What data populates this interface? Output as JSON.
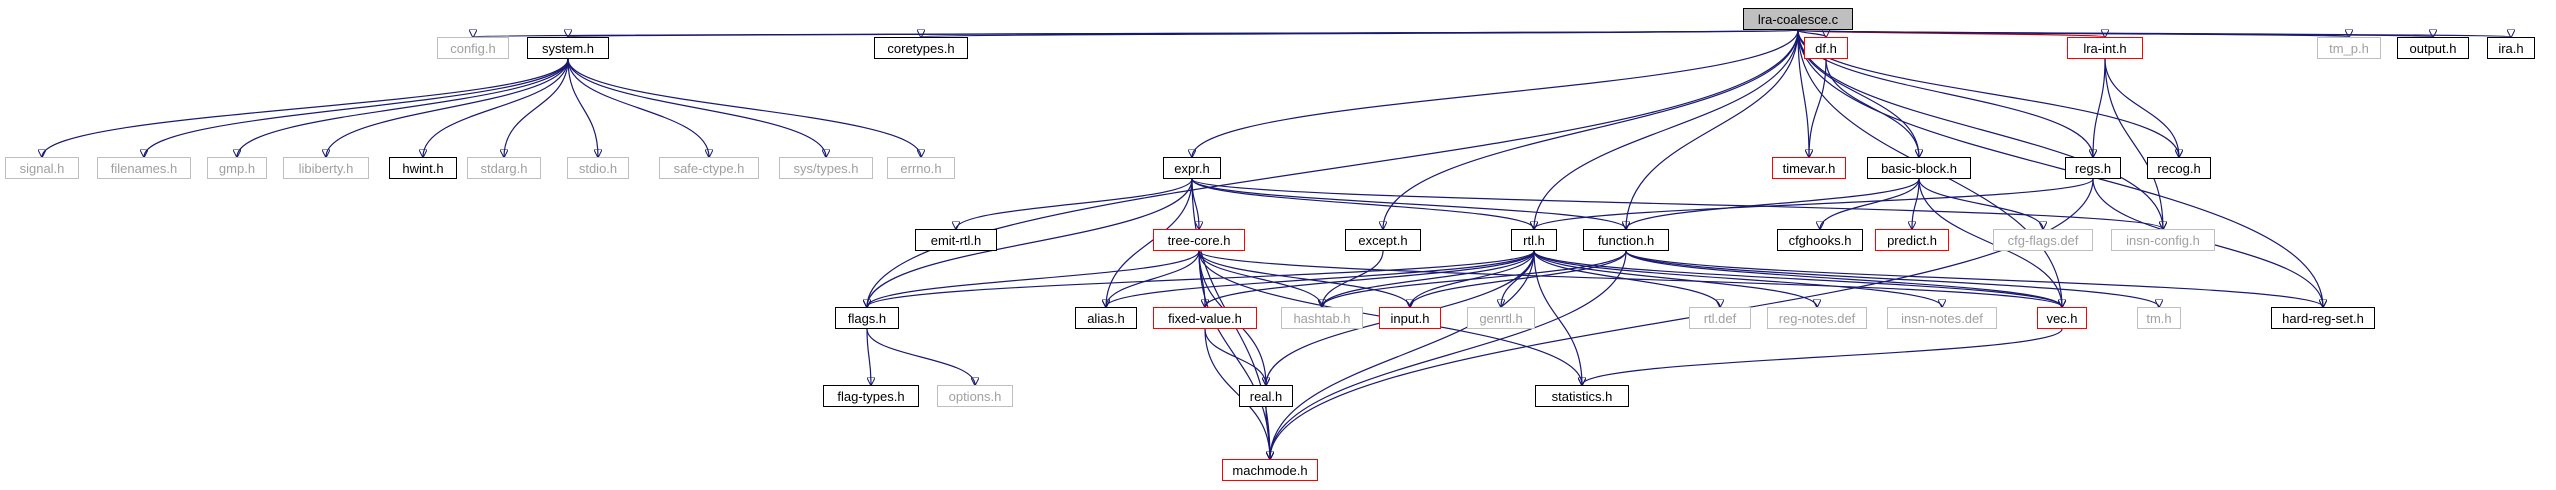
{
  "graph": {
    "root": "lra-coalesce.c",
    "nodes": {
      "root": {
        "label": "lra-coalesce.c",
        "style": "root"
      },
      "config": {
        "label": "config.h",
        "style": "gray"
      },
      "system": {
        "label": "system.h",
        "style": "black"
      },
      "coretypes": {
        "label": "coretypes.h",
        "style": "black"
      },
      "df": {
        "label": "df.h",
        "style": "red"
      },
      "lraint": {
        "label": "lra-int.h",
        "style": "red"
      },
      "tmp": {
        "label": "tm_p.h",
        "style": "gray"
      },
      "output": {
        "label": "output.h",
        "style": "black"
      },
      "ira": {
        "label": "ira.h",
        "style": "black"
      },
      "signal": {
        "label": "signal.h",
        "style": "gray"
      },
      "filenames": {
        "label": "filenames.h",
        "style": "gray"
      },
      "gmp": {
        "label": "gmp.h",
        "style": "gray"
      },
      "libiberty": {
        "label": "libiberty.h",
        "style": "gray"
      },
      "hwint": {
        "label": "hwint.h",
        "style": "black"
      },
      "stdarg": {
        "label": "stdarg.h",
        "style": "gray"
      },
      "stdio": {
        "label": "stdio.h",
        "style": "gray"
      },
      "safectype": {
        "label": "safe-ctype.h",
        "style": "gray"
      },
      "systypes": {
        "label": "sys/types.h",
        "style": "gray"
      },
      "errno": {
        "label": "errno.h",
        "style": "gray"
      },
      "timevar": {
        "label": "timevar.h",
        "style": "red"
      },
      "basicblock": {
        "label": "basic-block.h",
        "style": "black"
      },
      "regs": {
        "label": "regs.h",
        "style": "black"
      },
      "recog": {
        "label": "recog.h",
        "style": "black"
      },
      "expr": {
        "label": "expr.h",
        "style": "black"
      },
      "emitrtl": {
        "label": "emit-rtl.h",
        "style": "black"
      },
      "treecore": {
        "label": "tree-core.h",
        "style": "red"
      },
      "except": {
        "label": "except.h",
        "style": "black"
      },
      "rtl": {
        "label": "rtl.h",
        "style": "black"
      },
      "function": {
        "label": "function.h",
        "style": "black"
      },
      "cfghooks": {
        "label": "cfghooks.h",
        "style": "black"
      },
      "predict": {
        "label": "predict.h",
        "style": "red"
      },
      "cfgflags": {
        "label": "cfg-flags.def",
        "style": "gray"
      },
      "insnconfig": {
        "label": "insn-config.h",
        "style": "gray"
      },
      "flags": {
        "label": "flags.h",
        "style": "black"
      },
      "alias": {
        "label": "alias.h",
        "style": "black"
      },
      "fixedvalue": {
        "label": "fixed-value.h",
        "style": "red"
      },
      "hashtab": {
        "label": "hashtab.h",
        "style": "gray"
      },
      "input": {
        "label": "input.h",
        "style": "red"
      },
      "genrtl": {
        "label": "genrtl.h",
        "style": "gray"
      },
      "rtldef": {
        "label": "rtl.def",
        "style": "gray"
      },
      "regnotes": {
        "label": "reg-notes.def",
        "style": "gray"
      },
      "insnnotes": {
        "label": "insn-notes.def",
        "style": "gray"
      },
      "vec": {
        "label": "vec.h",
        "style": "red"
      },
      "tm": {
        "label": "tm.h",
        "style": "gray"
      },
      "hardregset": {
        "label": "hard-reg-set.h",
        "style": "black"
      },
      "flagtypes": {
        "label": "flag-types.h",
        "style": "black"
      },
      "options": {
        "label": "options.h",
        "style": "gray"
      },
      "real": {
        "label": "real.h",
        "style": "black"
      },
      "statistics": {
        "label": "statistics.h",
        "style": "black"
      },
      "machmode": {
        "label": "machmode.h",
        "style": "red"
      }
    },
    "edges": [
      [
        "root",
        "config"
      ],
      [
        "root",
        "system"
      ],
      [
        "root",
        "coretypes"
      ],
      [
        "root",
        "df"
      ],
      [
        "root",
        "lraint"
      ],
      [
        "root",
        "tmp"
      ],
      [
        "root",
        "output"
      ],
      [
        "root",
        "ira"
      ],
      [
        "root",
        "recog"
      ],
      [
        "root",
        "regs"
      ],
      [
        "root",
        "timevar"
      ],
      [
        "root",
        "basicblock"
      ],
      [
        "root",
        "expr"
      ],
      [
        "root",
        "except"
      ],
      [
        "root",
        "rtl"
      ],
      [
        "root",
        "function"
      ],
      [
        "root",
        "flags"
      ],
      [
        "root",
        "insnconfig"
      ],
      [
        "root",
        "hardregset"
      ],
      [
        "root",
        "vec"
      ],
      [
        "system",
        "signal"
      ],
      [
        "system",
        "filenames"
      ],
      [
        "system",
        "gmp"
      ],
      [
        "system",
        "libiberty"
      ],
      [
        "system",
        "hwint"
      ],
      [
        "system",
        "stdarg"
      ],
      [
        "system",
        "stdio"
      ],
      [
        "system",
        "safectype"
      ],
      [
        "system",
        "systypes"
      ],
      [
        "system",
        "errno"
      ],
      [
        "df",
        "timevar"
      ],
      [
        "df",
        "basicblock"
      ],
      [
        "lraint",
        "regs"
      ],
      [
        "lraint",
        "recog"
      ],
      [
        "lraint",
        "insnconfig"
      ],
      [
        "basicblock",
        "function"
      ],
      [
        "basicblock",
        "cfghooks"
      ],
      [
        "basicblock",
        "predict"
      ],
      [
        "basicblock",
        "cfgflags"
      ],
      [
        "basicblock",
        "vec"
      ],
      [
        "regs",
        "rtl"
      ],
      [
        "regs",
        "hardregset"
      ],
      [
        "regs",
        "machmode"
      ],
      [
        "expr",
        "emitrtl"
      ],
      [
        "expr",
        "treecore"
      ],
      [
        "expr",
        "rtl"
      ],
      [
        "expr",
        "function"
      ],
      [
        "expr",
        "flags"
      ],
      [
        "expr",
        "alias"
      ],
      [
        "expr",
        "insnconfig"
      ],
      [
        "expr",
        "machmode"
      ],
      [
        "treecore",
        "flags"
      ],
      [
        "treecore",
        "alias"
      ],
      [
        "treecore",
        "fixedvalue"
      ],
      [
        "treecore",
        "hashtab"
      ],
      [
        "treecore",
        "input"
      ],
      [
        "treecore",
        "real"
      ],
      [
        "treecore",
        "statistics"
      ],
      [
        "treecore",
        "vec"
      ],
      [
        "treecore",
        "machmode"
      ],
      [
        "except",
        "hashtab"
      ],
      [
        "rtl",
        "flags"
      ],
      [
        "rtl",
        "alias"
      ],
      [
        "rtl",
        "fixedvalue"
      ],
      [
        "rtl",
        "hashtab"
      ],
      [
        "rtl",
        "input"
      ],
      [
        "rtl",
        "genrtl"
      ],
      [
        "rtl",
        "rtldef"
      ],
      [
        "rtl",
        "regnotes"
      ],
      [
        "rtl",
        "insnnotes"
      ],
      [
        "rtl",
        "vec"
      ],
      [
        "rtl",
        "real"
      ],
      [
        "rtl",
        "statistics"
      ],
      [
        "rtl",
        "machmode"
      ],
      [
        "function",
        "hashtab"
      ],
      [
        "function",
        "input"
      ],
      [
        "function",
        "vec"
      ],
      [
        "function",
        "tm"
      ],
      [
        "function",
        "hardregset"
      ],
      [
        "function",
        "machmode"
      ],
      [
        "flags",
        "flagtypes"
      ],
      [
        "flags",
        "options"
      ],
      [
        "fixedvalue",
        "real"
      ],
      [
        "fixedvalue",
        "machmode"
      ],
      [
        "real",
        "machmode"
      ],
      [
        "vec",
        "statistics"
      ]
    ]
  }
}
